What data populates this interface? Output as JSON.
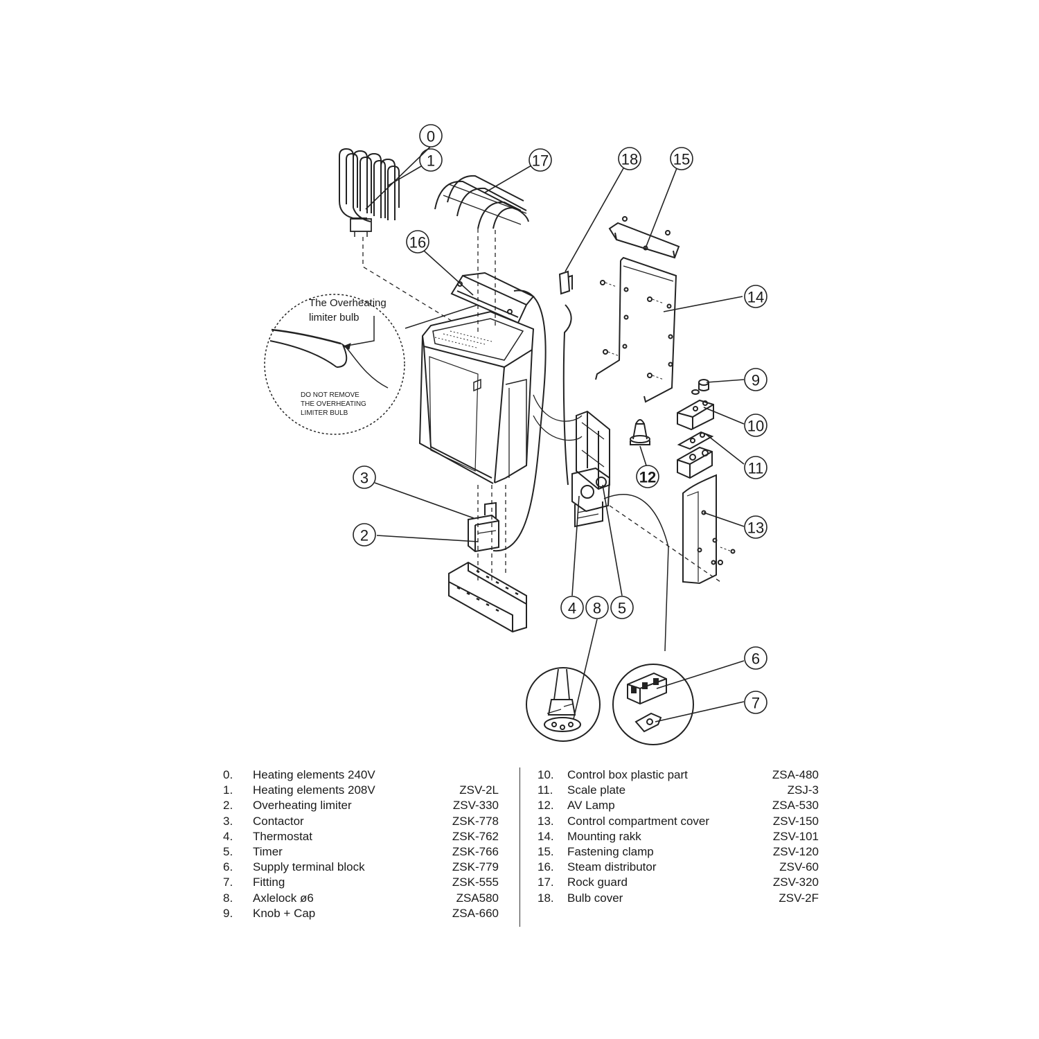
{
  "callouts": {
    "c0": "0",
    "c1": "1",
    "c2": "2",
    "c3": "3",
    "c4": "4",
    "c5": "5",
    "c6": "6",
    "c7": "7",
    "c8": "8",
    "c9": "9",
    "c10": "10",
    "c11": "11",
    "c12": "12",
    "c13": "13",
    "c14": "14",
    "c15": "15",
    "c16": "16",
    "c17": "17",
    "c18": "18"
  },
  "detail_note": {
    "label_line1": "The Overheating",
    "label_line2": "limiter bulb",
    "warning_line1": "DO NOT REMOVE",
    "warning_line2": "THE OVERHEATING",
    "warning_line3": "LIMITER BULB"
  },
  "parts_left": [
    {
      "num": "0.",
      "name": "Heating elements 240V",
      "code": ""
    },
    {
      "num": "1.",
      "name": "Heating elements 208V",
      "code": "ZSV-2L"
    },
    {
      "num": "2.",
      "name": "Overheating limiter",
      "code": "ZSV-330"
    },
    {
      "num": "3.",
      "name": "Contactor",
      "code": "ZSK-778"
    },
    {
      "num": "4.",
      "name": "Thermostat",
      "code": "ZSK-762"
    },
    {
      "num": "5.",
      "name": "Timer",
      "code": "ZSK-766"
    },
    {
      "num": "6.",
      "name": "Supply terminal block",
      "code": "ZSK-779"
    },
    {
      "num": "7.",
      "name": "Fitting",
      "code": "ZSK-555"
    },
    {
      "num": "8.",
      "name": "Axlelock ø6",
      "code": "ZSA580"
    },
    {
      "num": "9.",
      "name": "Knob + Cap",
      "code": "ZSA-660"
    }
  ],
  "parts_right": [
    {
      "num": "10.",
      "name": "Control box plastic part",
      "code": "ZSA-480"
    },
    {
      "num": "11.",
      "name": "Scale plate",
      "code": "ZSJ-3"
    },
    {
      "num": "12.",
      "name": "AV Lamp",
      "code": "ZSA-530"
    },
    {
      "num": "13.",
      "name": "Control compartment cover",
      "code": "ZSV-150"
    },
    {
      "num": "14.",
      "name": "Mounting rakk",
      "code": "ZSV-101"
    },
    {
      "num": "15.",
      "name": "Fastening clamp",
      "code": "ZSV-120"
    },
    {
      "num": "16.",
      "name": "Steam distributor",
      "code": "ZSV-60"
    },
    {
      "num": "17.",
      "name": "Rock guard",
      "code": "ZSV-320"
    },
    {
      "num": "18.",
      "name": "Bulb cover",
      "code": "ZSV-2F"
    }
  ]
}
